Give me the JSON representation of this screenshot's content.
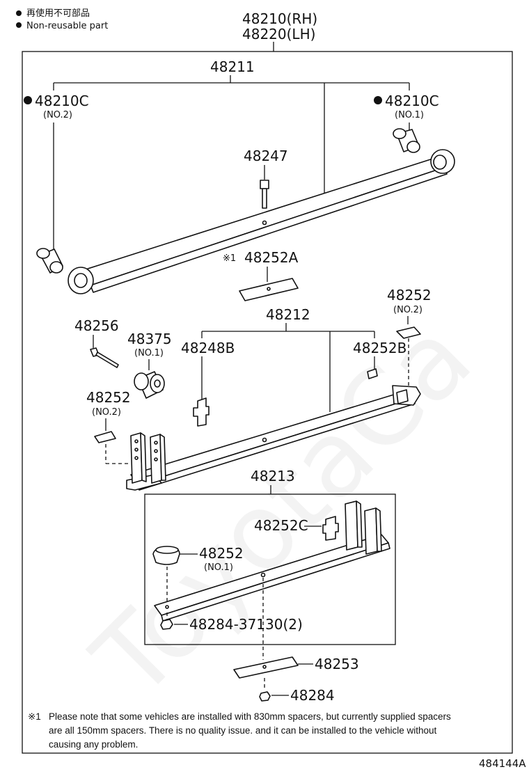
{
  "legend": {
    "line1": "再使用不可部品",
    "line2": "Non-reusable part"
  },
  "assembly": {
    "rh": "48210(RH)",
    "lh": "48220(LH)"
  },
  "parts": {
    "p48211": "48211",
    "p48210c_left": "48210C",
    "p48210c_left_sub": "(NO.2)",
    "p48210c_right": "48210C",
    "p48210c_right_sub": "(NO.1)",
    "p48247": "48247",
    "p48252a": "48252A",
    "p48252a_mark": "※1",
    "p48212": "48212",
    "p48252_top_right": "48252",
    "p48252_top_right_sub": "(NO.2)",
    "p48256": "48256",
    "p48375": "48375",
    "p48375_sub": "(NO.1)",
    "p48248b": "48248B",
    "p48252b": "48252B",
    "p48252_left": "48252",
    "p48252_left_sub": "(NO.2)",
    "p48213": "48213",
    "p48252c": "48252C",
    "p48252_no1": "48252",
    "p48252_no1_sub": "(NO.1)",
    "p48284_37130": "48284-37130(2)",
    "p48253": "48253",
    "p48284": "48284"
  },
  "note": {
    "mark": "※1",
    "line1": "Please note that some vehicles are installed with 830mm spacers, but currently supplied spacers",
    "line2": "are all 150mm spacers. There is no quality issue. and it can be installed to the vehicle without",
    "line3": "causing any problem."
  },
  "diagram_id": "484144A",
  "watermark": "ToyotaCa"
}
